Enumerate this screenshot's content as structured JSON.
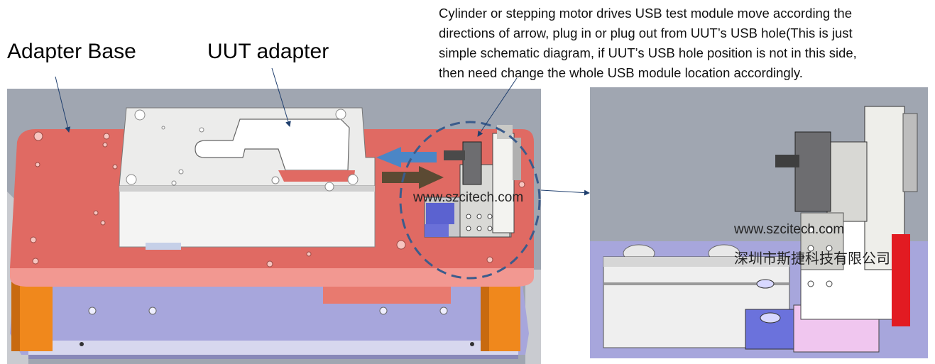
{
  "labels": {
    "adapter_base": "Adapter Base",
    "uut_adapter": "UUT adapter"
  },
  "description": {
    "lines": [
      "Cylinder or stepping motor drives USB test module move according the",
      "directions of arrow, plug in or plug out from UUT’s USB hole(This is just",
      "simple schematic diagram, if UUT’s USB hole position is not in this side,",
      "then need change the whole USB module location accordingly."
    ]
  },
  "watermarks": {
    "left": "www.szcitech.com",
    "right": "www.szcitech.com",
    "right_cn": "深圳市斯捷科技有限公司"
  },
  "colors": {
    "base_red": "#e06a63",
    "base_pink": "#f29891",
    "lower_plate": "#a7a6dc",
    "uut_plate": "#ececeb",
    "pillar": "#f0881c",
    "arrow_blue": "#4b86c6",
    "arrow_brown": "#5b4a33",
    "dashed_circle": "#3b5c8c",
    "bg_gray": "#a0a6b1",
    "red_part": "#e21b22"
  }
}
